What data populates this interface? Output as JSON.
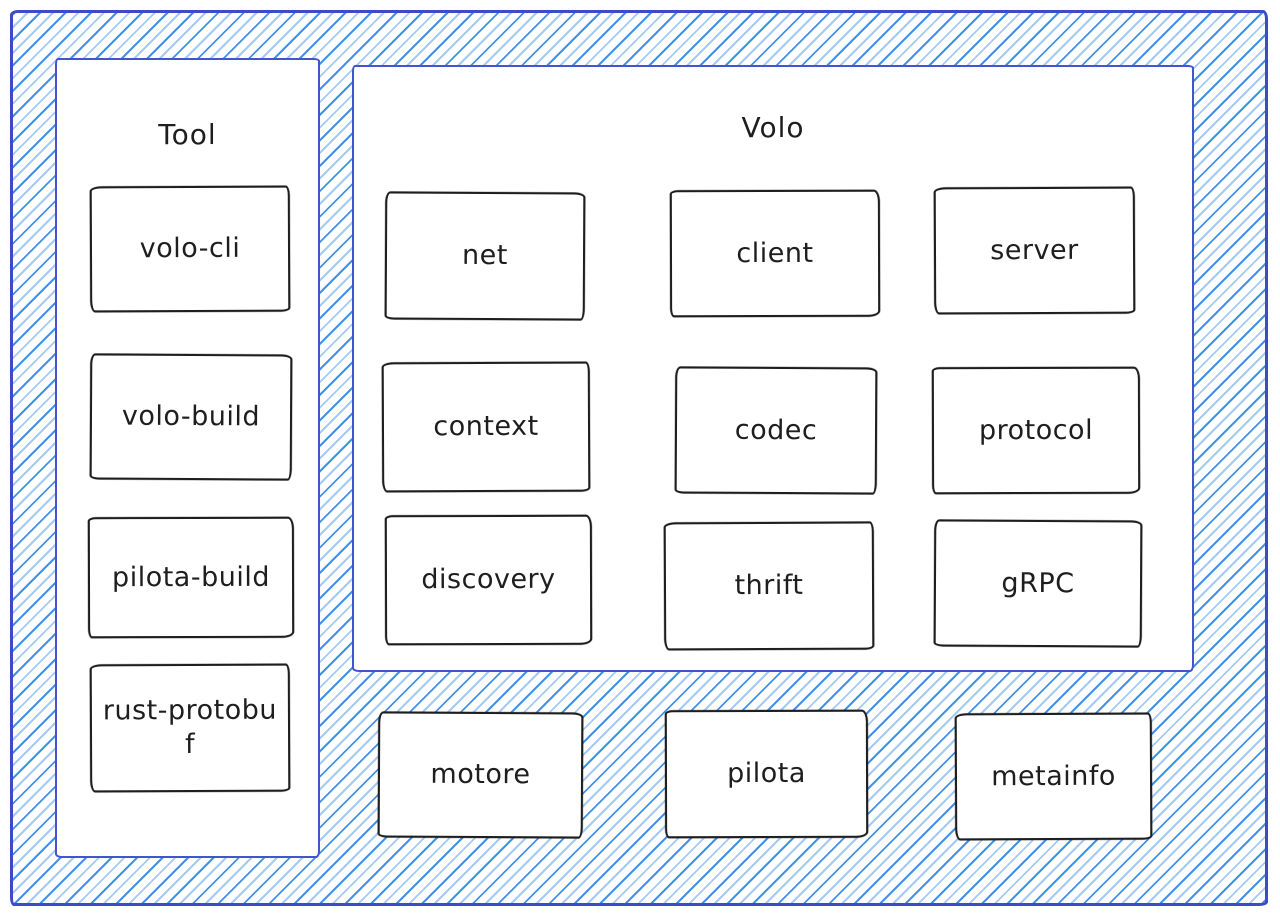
{
  "colors": {
    "frame": "#3d4cc6",
    "panel_border": "#4355cd",
    "hachure_med": "#4292ec",
    "hachure_light": "#a4c9f4",
    "ink": "#1e1e1e",
    "bg": "#ffffff"
  },
  "tool_panel": {
    "title": "Tool",
    "items": [
      "volo-cli",
      "volo-build",
      "pilota-build",
      "rust-protobuf"
    ]
  },
  "volo_panel": {
    "title": "Volo",
    "items": [
      "net",
      "client",
      "server",
      "context",
      "codec",
      "protocol",
      "discovery",
      "thrift",
      "gRPC"
    ]
  },
  "standalone_boxes": [
    "motore",
    "pilota",
    "metainfo"
  ]
}
